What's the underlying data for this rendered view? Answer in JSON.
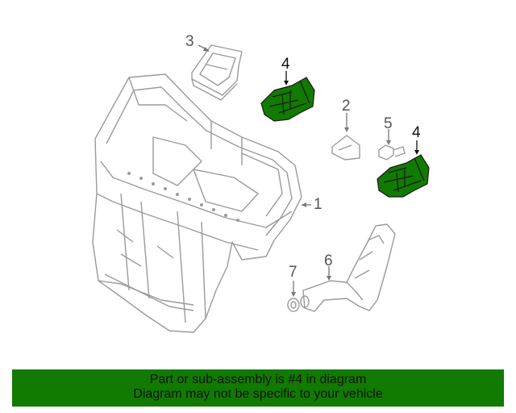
{
  "callouts": {
    "c1": "1",
    "c2": "2",
    "c3": "3",
    "c4a": "4",
    "c4b": "4",
    "c5": "5",
    "c6": "6",
    "c7": "7"
  },
  "banner": {
    "line1": "Part or sub-assembly is #4 in diagram",
    "line2": "Diagram may not be specific to your vehicle"
  },
  "colors": {
    "highlight_part": "#117a00",
    "banner_bg": "#117a00",
    "line_art": "#9a9a9a"
  }
}
